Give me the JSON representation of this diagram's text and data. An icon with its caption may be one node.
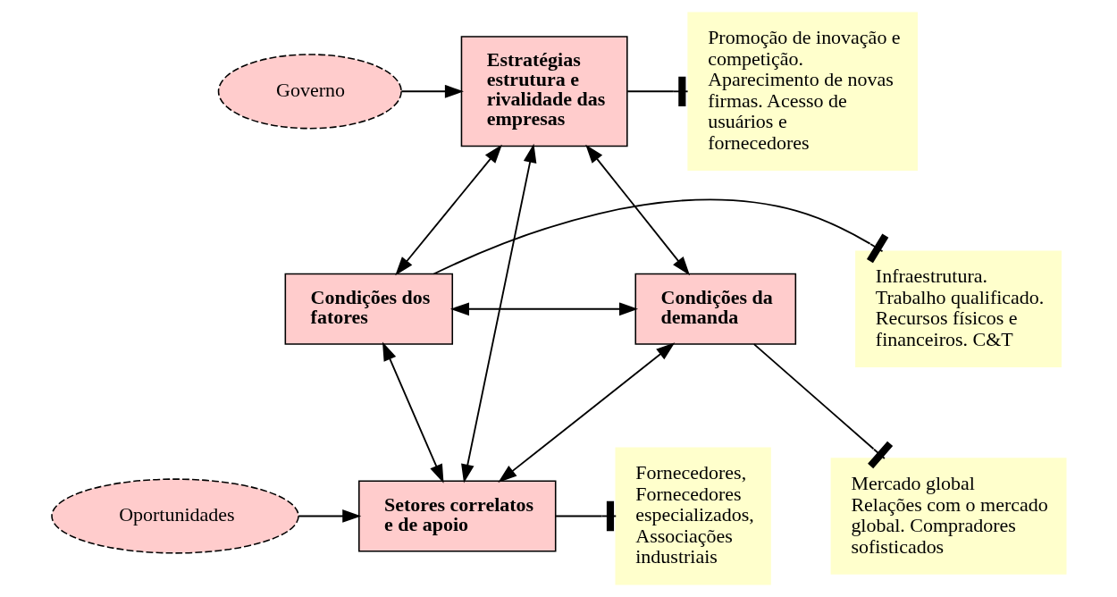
{
  "diagram": {
    "nodes": [
      {
        "text": [
          "Governo"
        ]
      },
      {
        "text": [
          "Estratégias estrutura e rivalidade das empresas"
        ]
      },
      {
        "text": [
          "Promoção de inovação e competição. Aparecimento de novas firmas. Acesso de usuários e fornecedores"
        ]
      },
      {
        "text": [
          "Condições dos fatores"
        ]
      },
      {
        "text": [
          "Condições da demanda"
        ]
      },
      {
        "text": [
          "Infraestrutura. Trabalho qualificado. Recursos físicos e financeiros. C&T"
        ]
      },
      {
        "text": [
          "Setores correlatos e de apoio"
        ]
      },
      {
        "text": [
          "Oportunidades"
        ]
      },
      {
        "text": [
          "Mercado global Relações com o mercado global. Compradores sofisticados"
        ]
      },
      {
        "text": [
          "Fornecedores, Fornecedores especializados, Associações industriais"
        ]
      }
    ],
    "edges": [
      {
        "from": 0,
        "to": 1,
        "arrow": "to"
      },
      {
        "from": 3,
        "to": 1,
        "arrow": "both"
      },
      {
        "from": 1,
        "to": 4,
        "arrow": "both"
      },
      {
        "from": 3,
        "to": 4,
        "arrow": "both"
      },
      {
        "from": 1,
        "to": 6,
        "arrow": "both"
      },
      {
        "from": 3,
        "to": 6,
        "arrow": "both"
      },
      {
        "from": 6,
        "to": 4,
        "arrow": "both"
      },
      {
        "from": 7,
        "to": 6,
        "arrow": "to"
      },
      {
        "from": 1,
        "to": 2,
        "arrow": "other"
      },
      {
        "from": 3,
        "to": 5,
        "arrow": "other"
      },
      {
        "from": 4,
        "to": 8,
        "arrow": "other"
      },
      {
        "from": 6,
        "to": 9,
        "arrow": "other"
      }
    ]
  }
}
